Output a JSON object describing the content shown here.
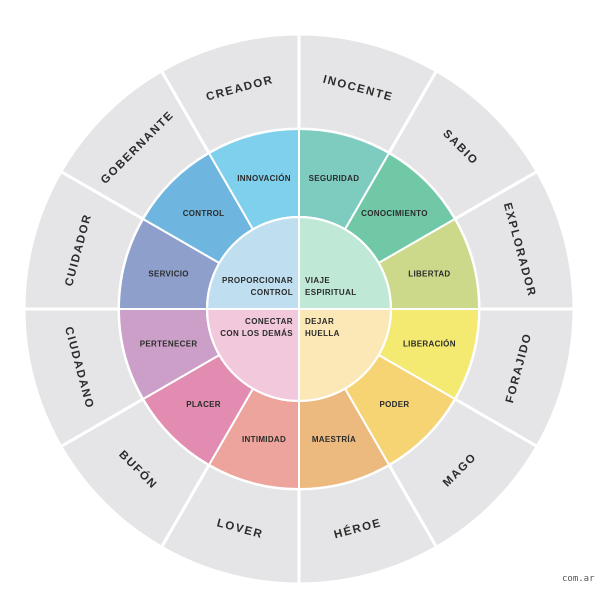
{
  "colors": {
    "outer_ring": "#e5e5e7",
    "divider": "#ffffff",
    "text": "#2b2b2b"
  },
  "outer_ring": [
    {
      "label": "INOCENTE"
    },
    {
      "label": "SABIO"
    },
    {
      "label": "EXPLORADOR"
    },
    {
      "label": "FORAJIDO"
    },
    {
      "label": "MAGO"
    },
    {
      "label": "HÉROE"
    },
    {
      "label": "LOVER"
    },
    {
      "label": "BUFÓN"
    },
    {
      "label": "CIUDADANO"
    },
    {
      "label": "CUIDADOR"
    },
    {
      "label": "GOBERNANTE"
    },
    {
      "label": "CREADOR"
    }
  ],
  "middle_ring": [
    {
      "label": "SEGURIDAD",
      "color": "#7ecbc0"
    },
    {
      "label": "CONOCIMIENTO",
      "color": "#71c8a7"
    },
    {
      "label": "LIBERTAD",
      "color": "#ccd88a"
    },
    {
      "label": "LIBERACIÓN",
      "color": "#f4e971"
    },
    {
      "label": "PODER",
      "color": "#f6d473"
    },
    {
      "label": "MAESTRÍA",
      "color": "#ecb97f"
    },
    {
      "label": "INTIMIDAD",
      "color": "#eca49c"
    },
    {
      "label": "PLACER",
      "color": "#e18cb0"
    },
    {
      "label": "PERTENECER",
      "color": "#cb9fc7"
    },
    {
      "label": "SERVICIO",
      "color": "#8e9fcc"
    },
    {
      "label": "CONTROL",
      "color": "#6eb6df"
    },
    {
      "label": "INNOVACIÓN",
      "color": "#7ed0ec"
    }
  ],
  "center": [
    {
      "lines": [
        "VIAJE",
        "ESPIRITUAL"
      ],
      "color": "#bfe8d7",
      "anchor": "start"
    },
    {
      "lines": [
        "DEJAR",
        "HUELLA"
      ],
      "color": "#fbe8b6",
      "anchor": "start"
    },
    {
      "lines": [
        "CONECTAR",
        "CON LOS DEMÁS"
      ],
      "color": "#f1c8dc",
      "anchor": "end"
    },
    {
      "lines": [
        "PROPORCIONAR",
        "CONTROL"
      ],
      "color": "#bfdff1",
      "anchor": "end"
    }
  ],
  "watermark": "com.ar"
}
